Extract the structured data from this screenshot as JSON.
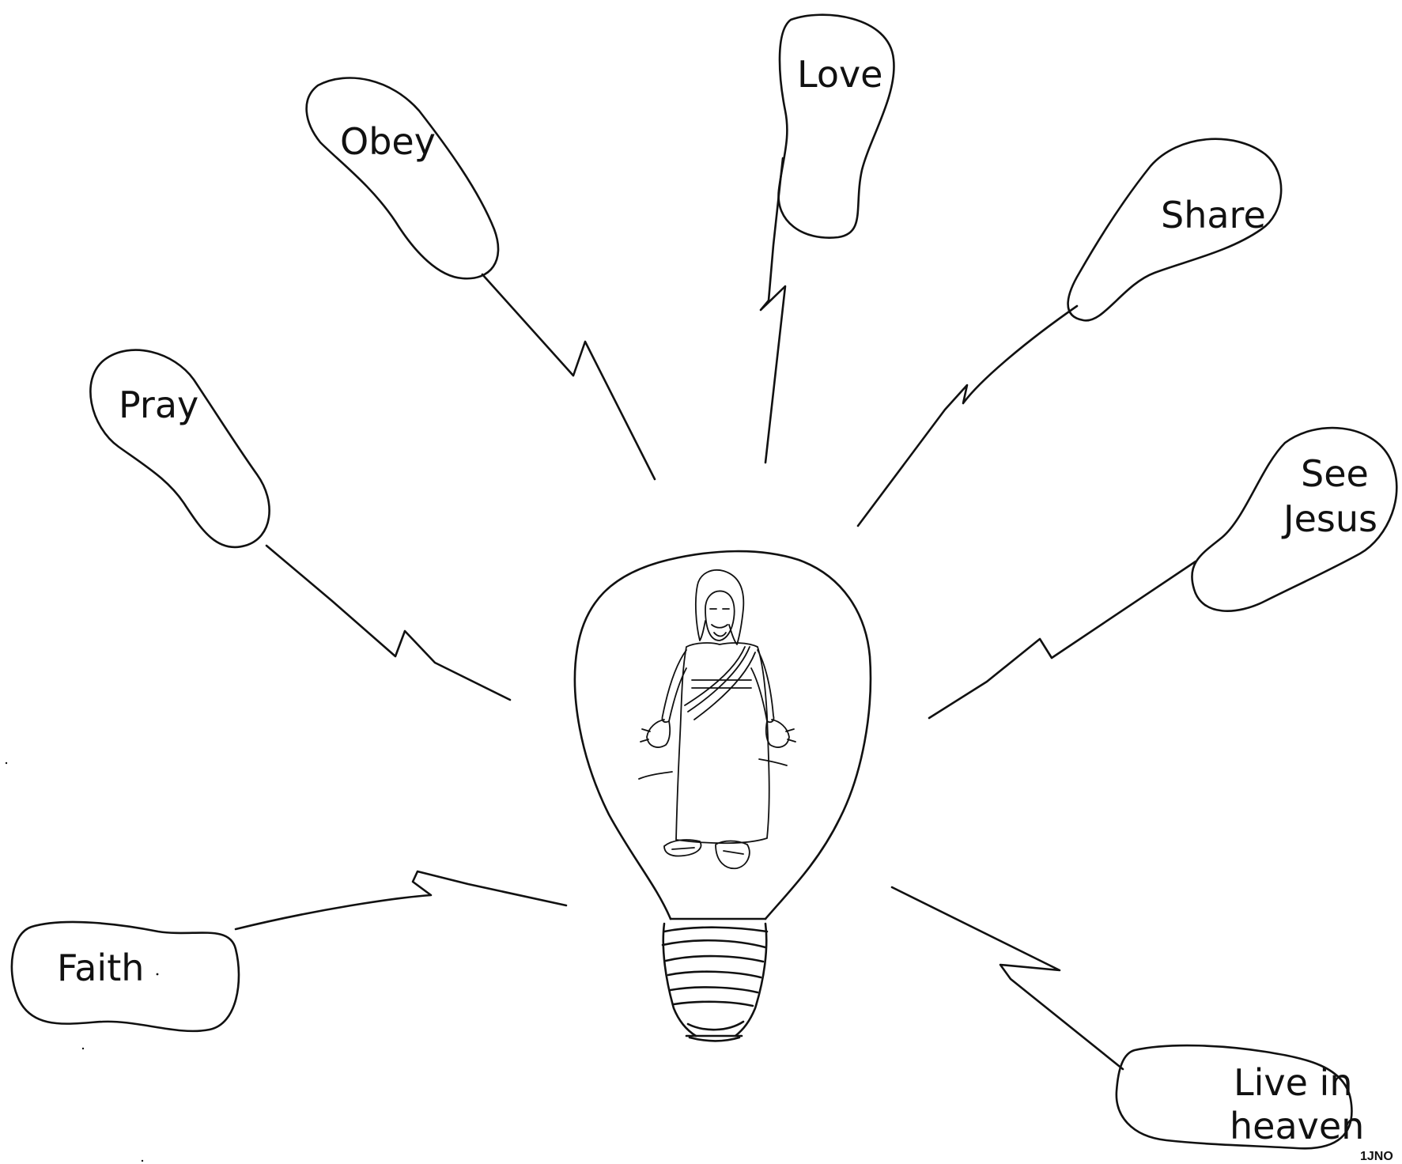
{
  "worksheet": {
    "center": {
      "figure": "jesus-figure",
      "container": "light-bulb"
    },
    "bubbles": [
      {
        "id": "obey",
        "lines": [
          "Obey"
        ]
      },
      {
        "id": "love",
        "lines": [
          "Love"
        ]
      },
      {
        "id": "share",
        "lines": [
          "Share"
        ]
      },
      {
        "id": "pray",
        "lines": [
          "Pray"
        ]
      },
      {
        "id": "see-jesus",
        "lines": [
          "See",
          "Jesus"
        ]
      },
      {
        "id": "faith",
        "lines": [
          "Faith"
        ]
      },
      {
        "id": "live-in-heaven",
        "lines": [
          "Live in",
          "heaven"
        ]
      }
    ],
    "page_code": "1JNO",
    "colors": {
      "ink": "#111111",
      "paper": "#ffffff"
    }
  }
}
